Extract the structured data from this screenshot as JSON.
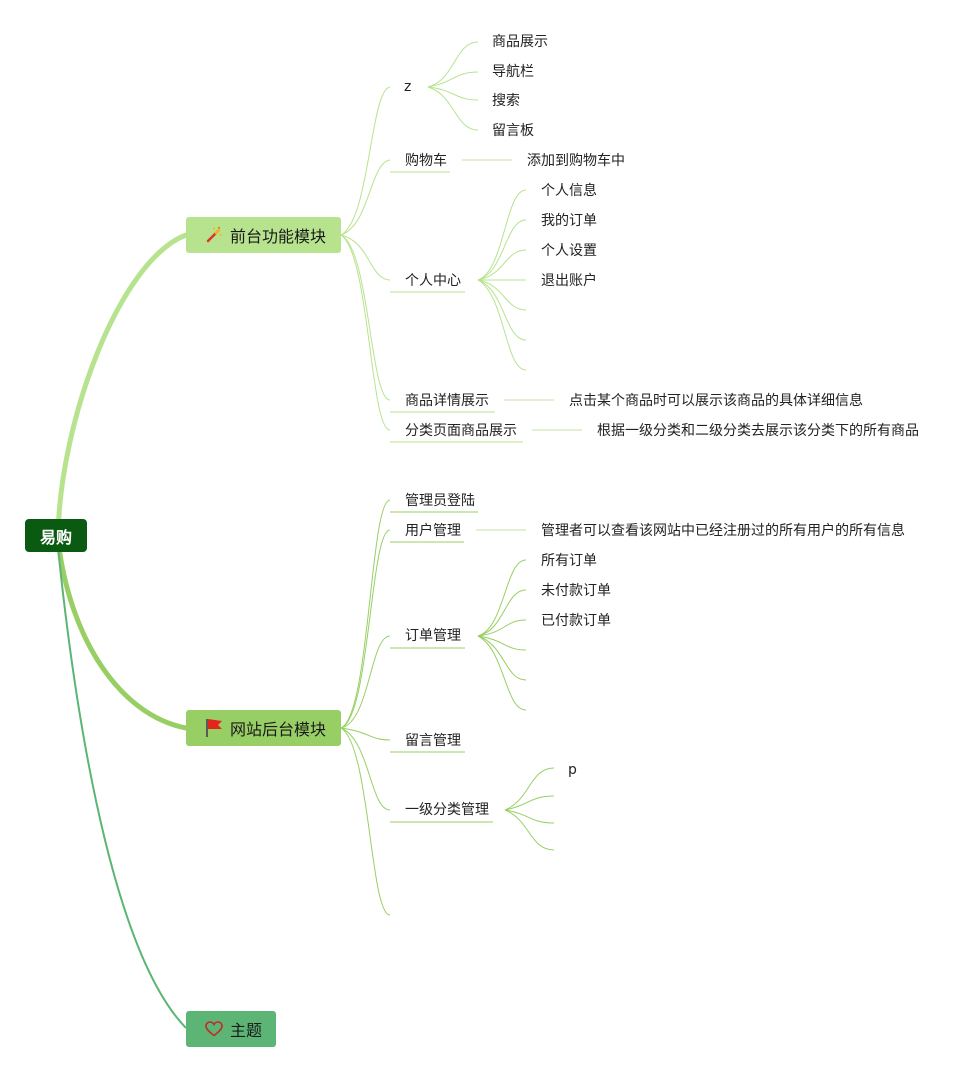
{
  "root": {
    "label": "易购"
  },
  "branches": [
    {
      "id": "front",
      "label": "前台功能模块",
      "icon": "magic-wand-icon",
      "color": "#b7e38e",
      "children": [
        {
          "label": "z",
          "children": [
            "商品展示",
            "导航栏",
            "搜索",
            "留言板"
          ]
        },
        {
          "label": "购物车",
          "children": [
            "添加到购物车中"
          ]
        },
        {
          "label": "个人中心",
          "children": [
            "个人信息",
            "我的订单",
            "个人设置",
            "退出账户",
            "",
            "",
            ""
          ]
        },
        {
          "label": "商品详情展示",
          "children": [
            "点击某个商品时可以展示该商品的具体详细信息"
          ]
        },
        {
          "label": "分类页面商品展示",
          "children": [
            "根据一级分类和二级分类去展示该分类下的所有商品"
          ]
        }
      ]
    },
    {
      "id": "back",
      "label": "网站后台模块",
      "icon": "red-flag-icon",
      "color": "#98cf64",
      "children": [
        {
          "label": "管理员登陆",
          "children": []
        },
        {
          "label": "用户管理",
          "children": [
            "管理者可以查看该网站中已经注册过的所有用户的所有信息"
          ]
        },
        {
          "label": "订单管理",
          "children": [
            "所有订单",
            "未付款订单",
            "已付款订单",
            "",
            "",
            ""
          ]
        },
        {
          "label": "留言管理",
          "children": []
        },
        {
          "label": "一级分类管理",
          "children": [
            "p",
            "",
            "",
            ""
          ]
        },
        {
          "label": "",
          "children": []
        }
      ]
    },
    {
      "id": "topic",
      "label": "主题",
      "icon": "heart-icon",
      "color": "#5cb574",
      "children": []
    }
  ],
  "colors": {
    "root": "#0b5a11",
    "front_connector": "#b7e38e",
    "back_connector": "#98cf64",
    "topic_connector": "#5cb574",
    "leaf_line": "#c3e3a6"
  }
}
